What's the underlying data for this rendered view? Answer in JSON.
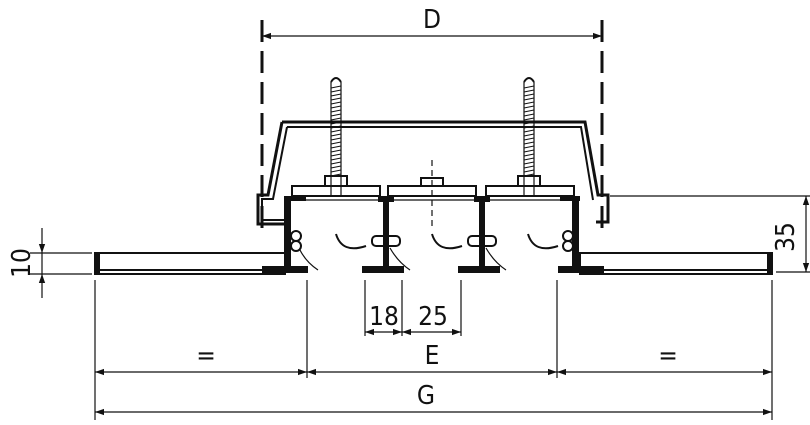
{
  "dimensions": {
    "d": "D",
    "e": "E",
    "g": "G",
    "equal_left": "=",
    "equal_right": "=",
    "blade_width": "18",
    "blade_pitch": "25",
    "flange_thickness": "10",
    "height": "35"
  }
}
